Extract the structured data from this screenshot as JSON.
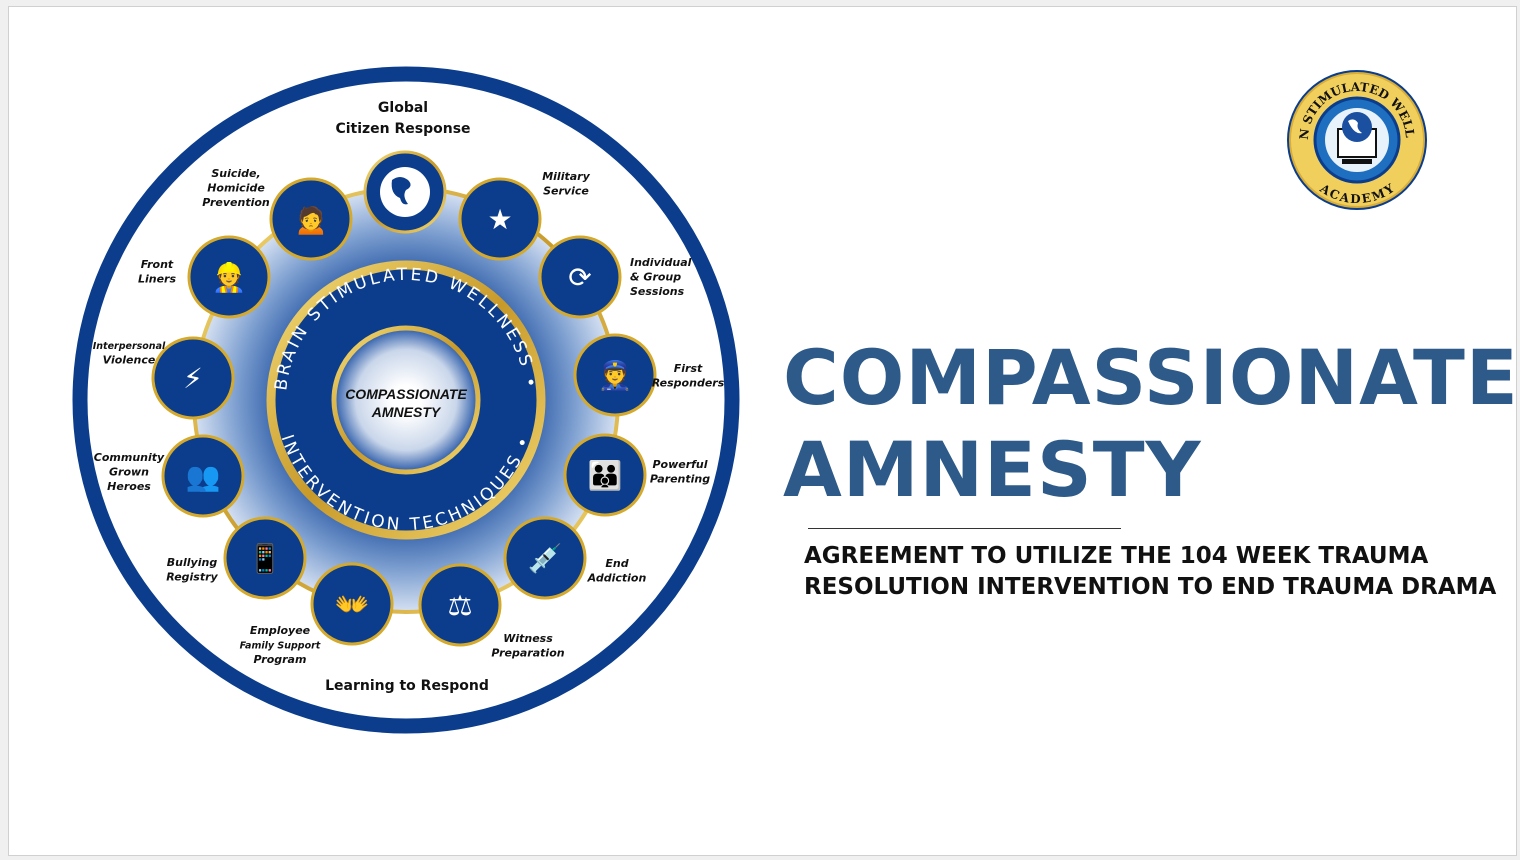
{
  "diagram": {
    "top_label": [
      "Global",
      "Citizen Response"
    ],
    "bottom_label": "Learning to Respond",
    "ring_text_top": "BRAIN STIMULATED WELLNESS •",
    "ring_text_bottom": "INTERVENTION TECHNIQUES •",
    "center": [
      "COMPASSIONATE",
      "AMNESTY"
    ],
    "items": [
      {
        "label": [
          "Military",
          "Service"
        ],
        "icon": "star-wings-icon"
      },
      {
        "label": [
          "Individual",
          "& Group",
          "Sessions"
        ],
        "icon": "group-session-icon"
      },
      {
        "label": [
          "First",
          "Responders"
        ],
        "icon": "first-responders-icon"
      },
      {
        "label": [
          "Powerful",
          "Parenting"
        ],
        "icon": "parent-child-icon"
      },
      {
        "label": [
          "End",
          "Addiction"
        ],
        "icon": "head-syringe-icon"
      },
      {
        "label": [
          "Witness",
          "Preparation"
        ],
        "icon": "gavel-icon"
      },
      {
        "label": [
          "Employee",
          "Family Support",
          "Program"
        ],
        "icon": "hands-family-icon"
      },
      {
        "label": [
          "Bullying",
          "Registry"
        ],
        "icon": "bully-phone-icon"
      },
      {
        "label": [
          "Community",
          "Grown",
          "Heroes"
        ],
        "icon": "community-icon"
      },
      {
        "label": [
          "Interpersonal",
          "Violence"
        ],
        "icon": "conflict-people-icon"
      },
      {
        "label": [
          "Front",
          "Liners"
        ],
        "icon": "workers-icon"
      },
      {
        "label": [
          "Suicide,",
          "Homicide",
          "Prevention"
        ],
        "icon": "distressed-person-icon"
      }
    ]
  },
  "logo": {
    "text_top": "BRAIN STIMULATED WELLNESS",
    "text_bottom": "ACADEMY"
  },
  "title": [
    "COMPASSIONATE",
    "AMNESTY"
  ],
  "subtitle": [
    "AGREEMENT TO UTILIZE THE 104 WEEK TRAUMA",
    "RESOLUTION INTERVENTION TO END TRAUMA DRAMA"
  ],
  "colors": {
    "navy": "#0b3d8c",
    "gold": "#d4a92c",
    "title": "#2d5a88"
  }
}
